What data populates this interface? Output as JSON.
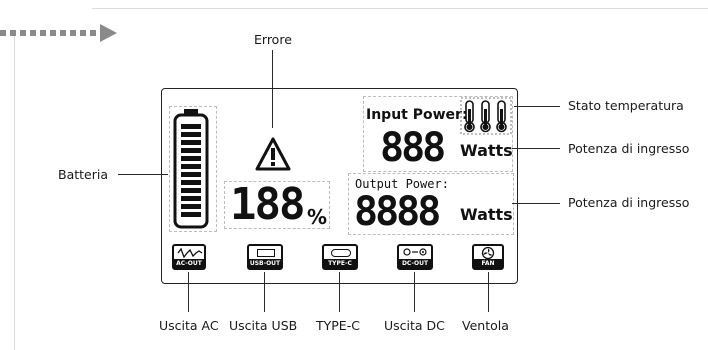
{
  "labels": {
    "errore": "Errore",
    "batteria": "Batteria",
    "stato_temperatura": "Stato temperatura",
    "potenza_ingresso_1": "Potenza di ingresso",
    "potenza_ingresso_2": "Potenza di ingresso",
    "uscita_ac": "Uscita AC",
    "uscita_usb": "Uscita USB",
    "type_c": "TYPE-C",
    "uscita_dc": "Uscita DC",
    "ventola": "Ventola"
  },
  "display": {
    "battery_percent_digits": "188",
    "percent_sign": "%",
    "input_power_label": "Input Power:",
    "input_digits": "888",
    "output_power_label": "Output Power:",
    "output_digits": "8888",
    "watts_unit_in": "Watts",
    "watts_unit_out": "Watts"
  },
  "ports": {
    "ac": "AC-OUT",
    "usb": "USB-OUT",
    "typec": "TYPE-C",
    "dc": "DC-OUT",
    "fan": "FAN"
  },
  "colors": {
    "ink": "#111111",
    "dash": "#bcbcbc",
    "arrow": "#8a8a8a"
  },
  "icons": [
    "warning-triangle-icon",
    "battery-icon",
    "thermometer-icon",
    "ac-wave-icon",
    "usb-port-icon",
    "typec-port-icon",
    "dc-port-icon",
    "fan-icon",
    "dotted-arrow-icon"
  ]
}
